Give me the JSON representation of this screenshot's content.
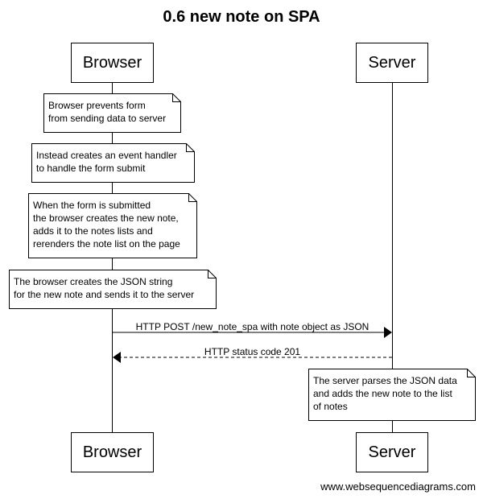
{
  "diagram": {
    "title": "0.6 new note on SPA",
    "participants": {
      "browser": "Browser",
      "server": "Server"
    },
    "notes": [
      "Browser prevents form\nfrom sending data to server",
      "Instead creates an event handler\nto handle the form submit",
      "When the form is submitted\nthe browser creates the new note,\nadds it to the notes lists and\nrerenders the note list on the page",
      "The browser creates the JSON string\nfor the new note and sends it to the server",
      "The server parses the JSON data\nand adds the new note to the list\nof notes"
    ],
    "messages": [
      {
        "from": "Browser",
        "to": "Server",
        "label": "HTTP POST /new_note_spa with note object as JSON",
        "style": "solid"
      },
      {
        "from": "Server",
        "to": "Browser",
        "label": "HTTP status code 201",
        "style": "dashed"
      }
    ]
  },
  "footer": {
    "credit": "www.websequencediagrams.com"
  }
}
